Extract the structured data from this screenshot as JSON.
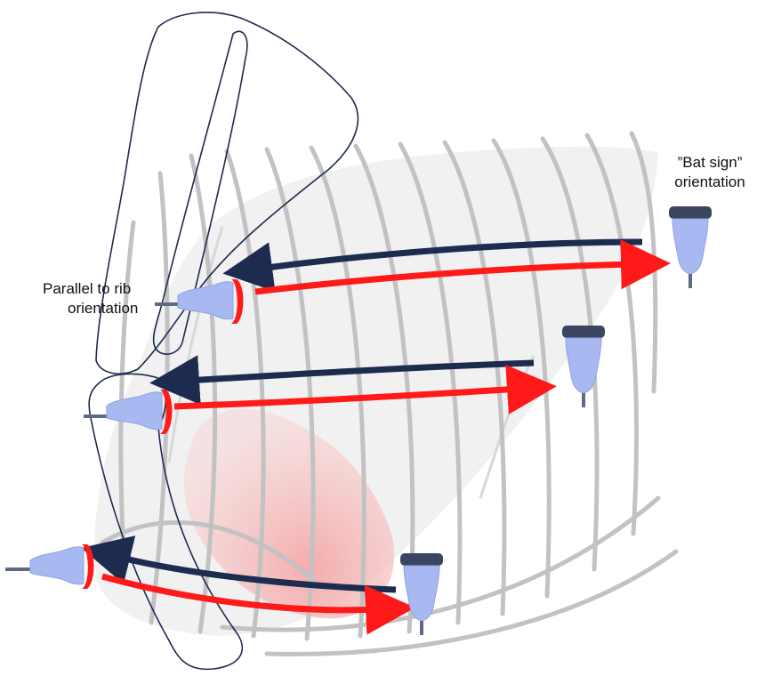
{
  "labels": {
    "bat_sign_line1": "”Bat sign”",
    "bat_sign_line2": "orientation",
    "parallel_line1": "Parallel to rib",
    "parallel_line2": "orientation"
  },
  "colors": {
    "rib": "#c2c2c2",
    "lung_fill": "#eeeeee",
    "heart_fill": "#f7c9c9",
    "outline": "#1d2b4f",
    "arrow_navy": "#1d2b4f",
    "arrow_red": "#ff1a1a",
    "probe_body": "#a8b8f0",
    "probe_cap": "#3a4660",
    "probe_rim": "#ff1a1a"
  },
  "icons": {
    "probe": "ultrasound-probe-icon"
  }
}
